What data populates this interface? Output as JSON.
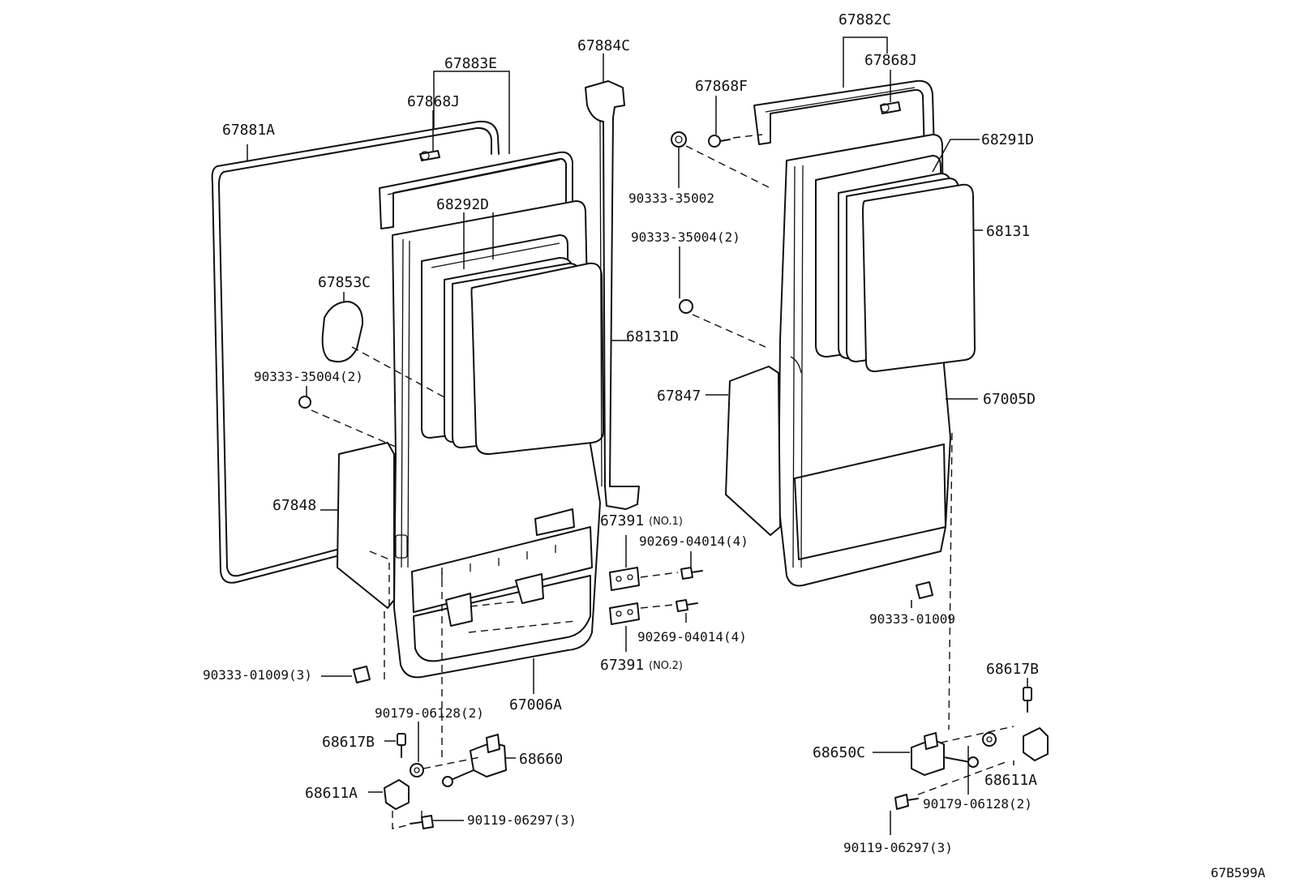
{
  "labels": {
    "p67882C": "67882C",
    "p67868J_right": "67868J",
    "p67868F": "67868F",
    "p67884C": "67884C",
    "p67883E": "67883E",
    "p67868J_left": "67868J",
    "p67881A": "67881A",
    "p68292D": "68292D",
    "p68291D": "68291D",
    "p68131": "68131",
    "p68131D": "68131D",
    "p67853C": "67853C",
    "p90333_35002": "90333-35002",
    "p90333_35004_right": "90333-35004(2)",
    "p90333_35004_left": "90333-35004(2)",
    "p67847": "67847",
    "p67005D": "67005D",
    "p67848": "67848",
    "p67391_no1": "67391",
    "p67391_no1_tag": "(NO.1)",
    "p90269_top": "90269-04014(4)",
    "p90269_bottom": "90269-04014(4)",
    "p67391_no2": "67391",
    "p67391_no2_tag": "(NO.2)",
    "p90333_01009_right": "90333-01009",
    "p90333_01009_left": "90333-01009(3)",
    "p67006A": "67006A",
    "p90179_left": "90179-06128(2)",
    "p68617B_left": "68617B",
    "p68660": "68660",
    "p68611A_left": "68611A",
    "p90119_left": "90119-06297(3)",
    "p68617B_right": "68617B",
    "p68650C": "68650C",
    "p68611A_right": "68611A",
    "p90179_right": "90179-06128(2)",
    "p90119_right": "90119-06297(3)",
    "diagram_code": "67B599A"
  }
}
